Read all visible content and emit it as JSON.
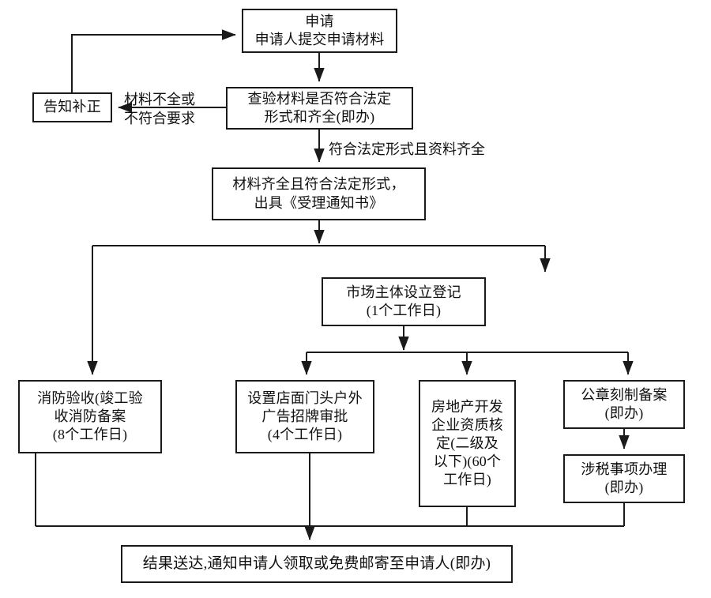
{
  "chart_data": {
    "type": "diagram",
    "title": "",
    "nodes": [
      {
        "id": "apply",
        "label": "申请\n申请人提交申请材料"
      },
      {
        "id": "notify",
        "label": "告知补正"
      },
      {
        "id": "check",
        "label": "查验材料是否符合法定\n形式和齐全(即办)"
      },
      {
        "id": "accept",
        "label": "材料齐全且符合法定形式，\n出具《受理通知书》"
      },
      {
        "id": "register",
        "label": "市场主体设立登记\n(1个工作日)"
      },
      {
        "id": "fire",
        "label": "消防验收(竣工验\n收消防备案\n(8个工作日)"
      },
      {
        "id": "signboard",
        "label": "设置店面门头户外\n广告招牌审批\n(4个工作日)"
      },
      {
        "id": "realestate",
        "label": "房地产开发\n企业资质核\n定(二级及\n以下)(60个\n工作日)"
      },
      {
        "id": "seal",
        "label": "公章刻制备案\n(即办)"
      },
      {
        "id": "tax",
        "label": "涉税事项办理\n(即办)"
      },
      {
        "id": "deliver",
        "label": "结果送达,通知申请人领取或免费邮寄至申请人(即办)"
      }
    ],
    "edges": [
      {
        "from": "apply",
        "to": "check",
        "label": ""
      },
      {
        "from": "check",
        "to": "notify",
        "label": "材料不全或\n不符合要求"
      },
      {
        "from": "notify",
        "to": "apply",
        "label": ""
      },
      {
        "from": "check",
        "to": "accept",
        "label": "符合法定形式且资料齐全"
      },
      {
        "from": "accept",
        "to": "register",
        "label": ""
      },
      {
        "from": "accept",
        "to": "fire",
        "label": ""
      },
      {
        "from": "register",
        "to": "signboard",
        "label": ""
      },
      {
        "from": "register",
        "to": "realestate",
        "label": ""
      },
      {
        "from": "register",
        "to": "seal",
        "label": ""
      },
      {
        "from": "seal",
        "to": "tax",
        "label": ""
      },
      {
        "from": "fire",
        "to": "deliver",
        "label": ""
      },
      {
        "from": "signboard",
        "to": "deliver",
        "label": ""
      },
      {
        "from": "realestate",
        "to": "deliver",
        "label": ""
      },
      {
        "from": "tax",
        "to": "deliver",
        "label": ""
      }
    ],
    "edge_labels": {
      "reject": "材料不全或\n不符合要求",
      "pass": "符合法定形式且资料齐全"
    },
    "colors": {
      "stroke": "#1a1a1a",
      "text": "#111111",
      "background": "#ffffff"
    }
  }
}
